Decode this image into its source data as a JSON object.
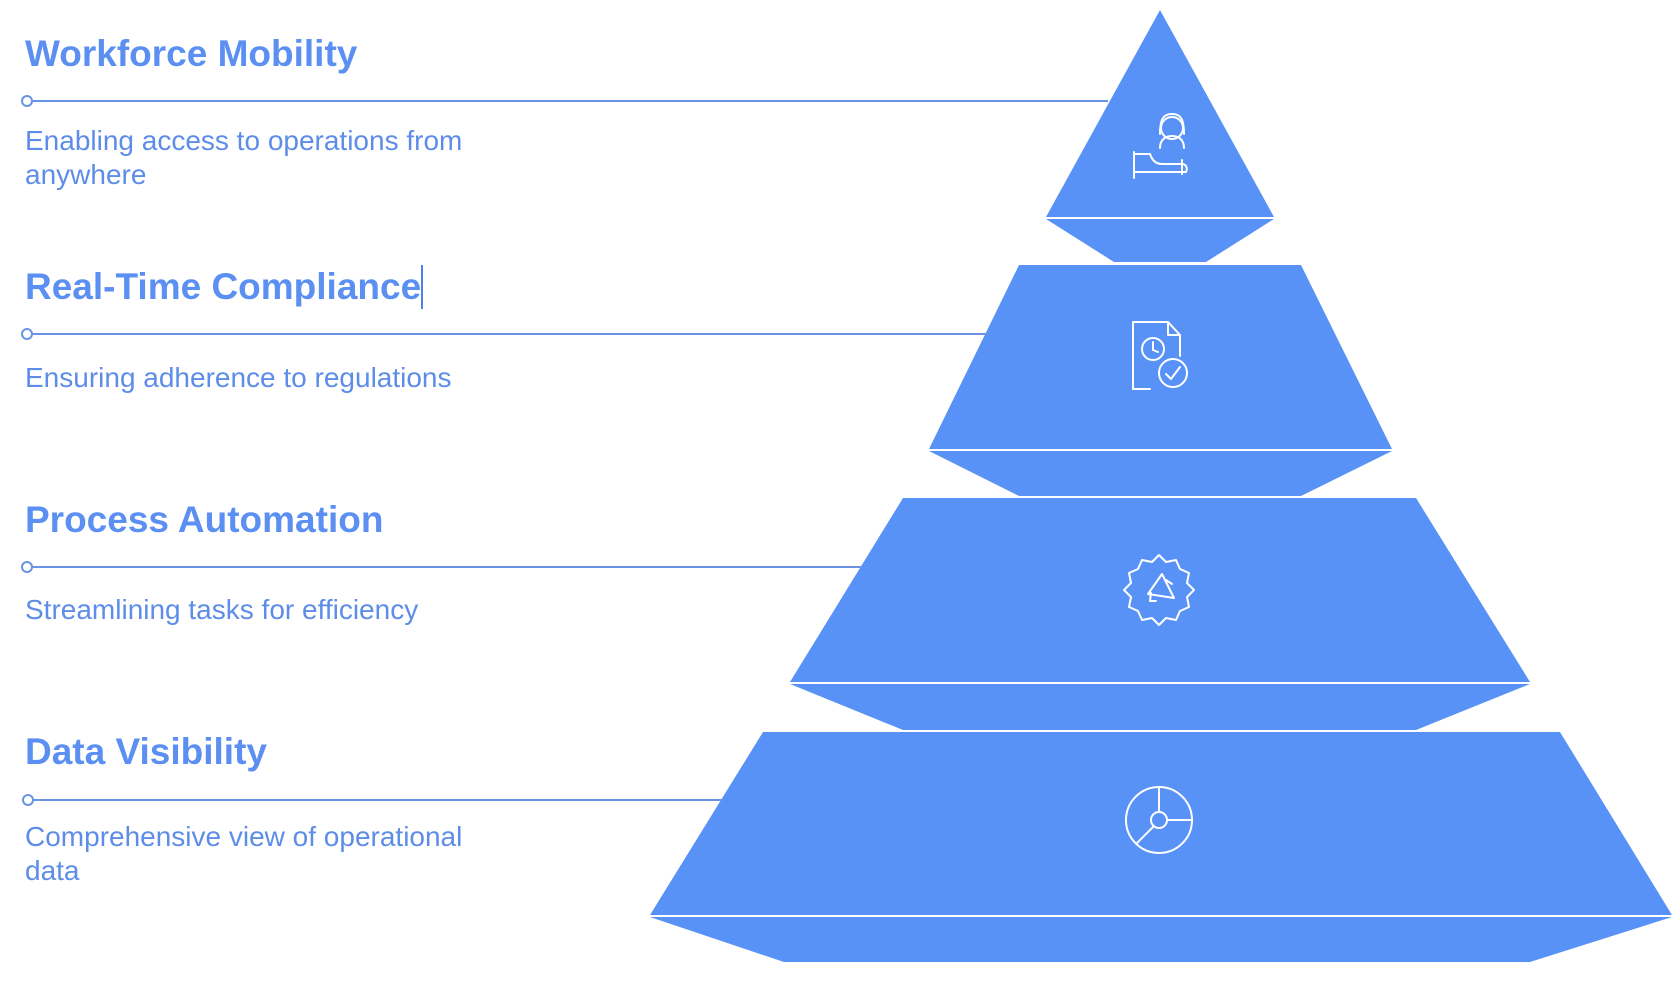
{
  "theme": {
    "accent": "#5892f7",
    "heading_color": "#5b8ff1",
    "text_color": "#5d8de8",
    "line_color": "#6a93e3",
    "icon_stroke": "#ffffff",
    "cursor_color": "#4a80e8"
  },
  "levels": [
    {
      "title": "Workforce Mobility",
      "description": "Enabling access to operations from anywhere",
      "icon": "person-at-desk-icon"
    },
    {
      "title": "Real-Time Compliance",
      "description": "Ensuring adherence to regulations",
      "icon": "document-clock-check-icon"
    },
    {
      "title": "Process Automation",
      "description": "Streamlining tasks for efficiency",
      "icon": "gear-megaphone-icon"
    },
    {
      "title": "Data Visibility",
      "description": "Comprehensive view of operational data",
      "icon": "pie-chart-icon"
    }
  ]
}
